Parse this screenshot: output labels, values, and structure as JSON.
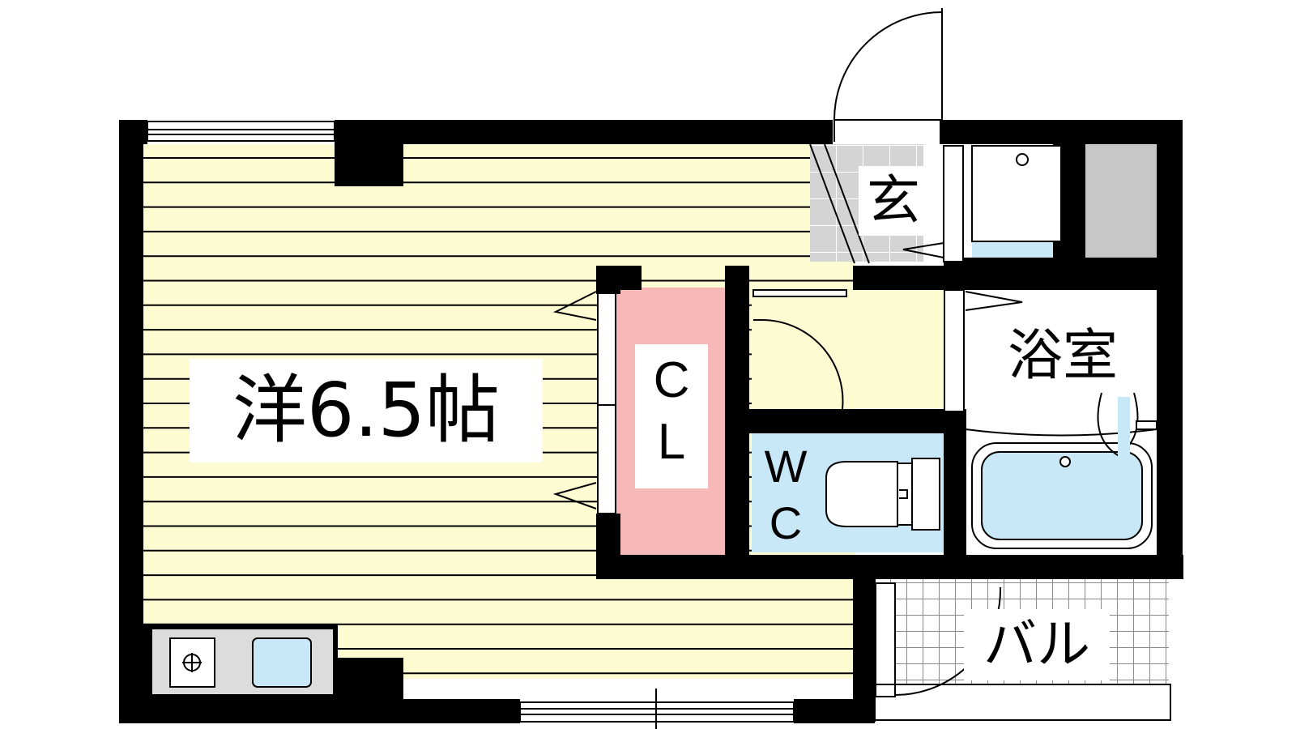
{
  "floor_plan": {
    "rooms": [
      {
        "id": "western-room",
        "label": "洋6.5帖"
      },
      {
        "id": "closet",
        "label_lines": [
          "C",
          "L"
        ]
      },
      {
        "id": "toilet",
        "label_lines": [
          "W",
          "C"
        ]
      },
      {
        "id": "bathroom",
        "label": "浴室"
      },
      {
        "id": "entrance",
        "label": "玄"
      },
      {
        "id": "balcony",
        "label": "バル"
      }
    ],
    "colors": {
      "floor": "#fdfbd2",
      "closet": "#f7b8b8",
      "fixture": "#c8e8f8",
      "wall": "#000000",
      "tile_bg": "#cfcfcf",
      "grey_fixture": "#c8c8c8"
    }
  }
}
